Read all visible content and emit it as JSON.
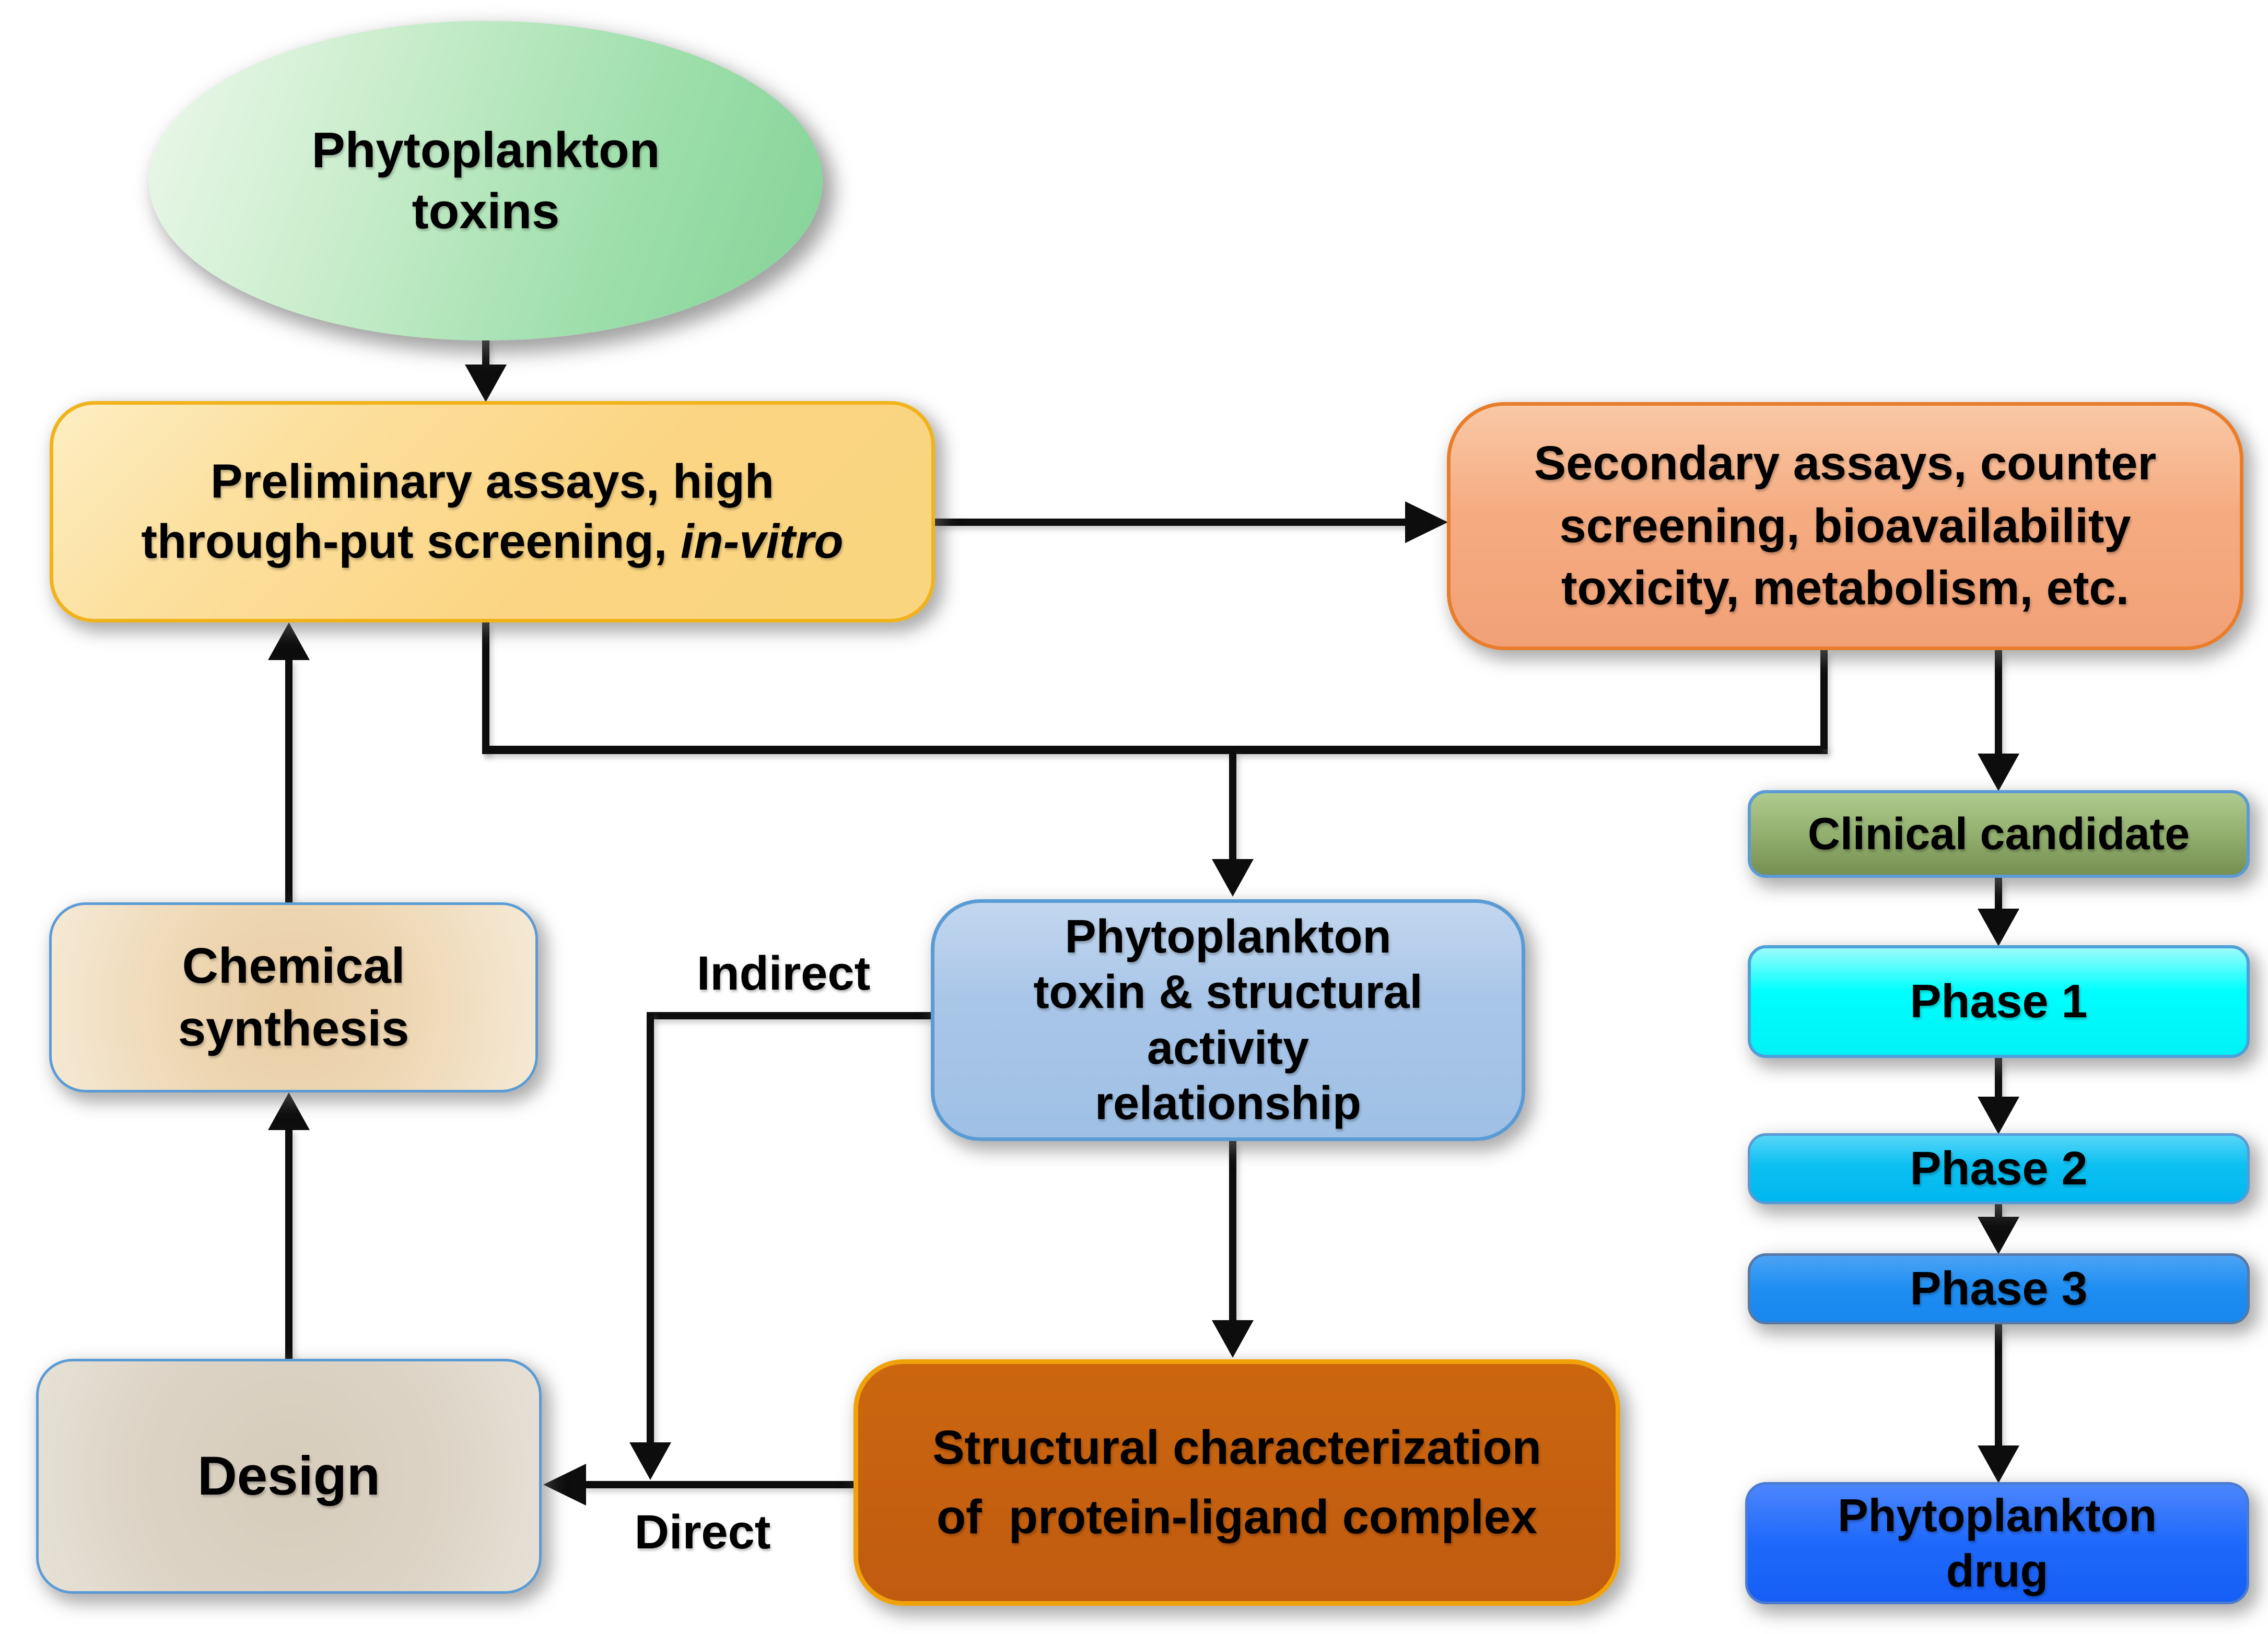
{
  "diagram_title": "Phytoplankton toxins drug discovery pipeline flowchart",
  "nodes": {
    "toxins": {
      "lines": [
        "Phytoplankton",
        "toxins"
      ]
    },
    "preliminary": {
      "line1": "Preliminary assays, high",
      "line2_text": "through-put screening, ",
      "line2_italic": "in-vitro"
    },
    "secondary": {
      "lines": [
        "Secondary assays, counter",
        "screening, bioavailability",
        "toxicity, metabolism, etc."
      ]
    },
    "sar": {
      "lines": [
        "Phytoplankton",
        "toxin & structural",
        "activity",
        "relationship"
      ]
    },
    "structural": {
      "lines": [
        "Structural characterization",
        "of  protein-ligand complex"
      ]
    },
    "chemical": {
      "lines": [
        "Chemical",
        "synthesis"
      ]
    },
    "design": {
      "label": "Design"
    },
    "clinical": {
      "label": "Clinical candidate"
    },
    "phase1": {
      "label": "Phase 1"
    },
    "phase2": {
      "label": "Phase 2"
    },
    "phase3": {
      "label": "Phase 3"
    },
    "drug": {
      "lines": [
        "Phytoplankton",
        "drug"
      ]
    }
  },
  "edge_labels": {
    "indirect": "Indirect",
    "direct": "Direct"
  },
  "colors": {
    "toxins_fill": "#9fdfac",
    "preliminary_fill": "#fbd583",
    "preliminary_border": "#f0b31c",
    "secondary_fill": "#f5ab80",
    "secondary_border": "#e87d2b",
    "sar_fill": "#a9c6e8",
    "sar_border": "#5b9bd5",
    "structural_fill": "#c5600f",
    "structural_border": "#f0a20a",
    "chemical_fill": "#eed7b4",
    "design_fill": "#dcd3c5",
    "blue_border": "#5b9bd5",
    "clinical_fill": "#90ad6c",
    "phase1_fill": "#00feff",
    "phase2_fill": "#0cc0f2",
    "phase3_fill": "#1e8ef2",
    "drug_fill": "#1e69fb",
    "connector": "#0d0d0d",
    "background": "#ffffff"
  }
}
